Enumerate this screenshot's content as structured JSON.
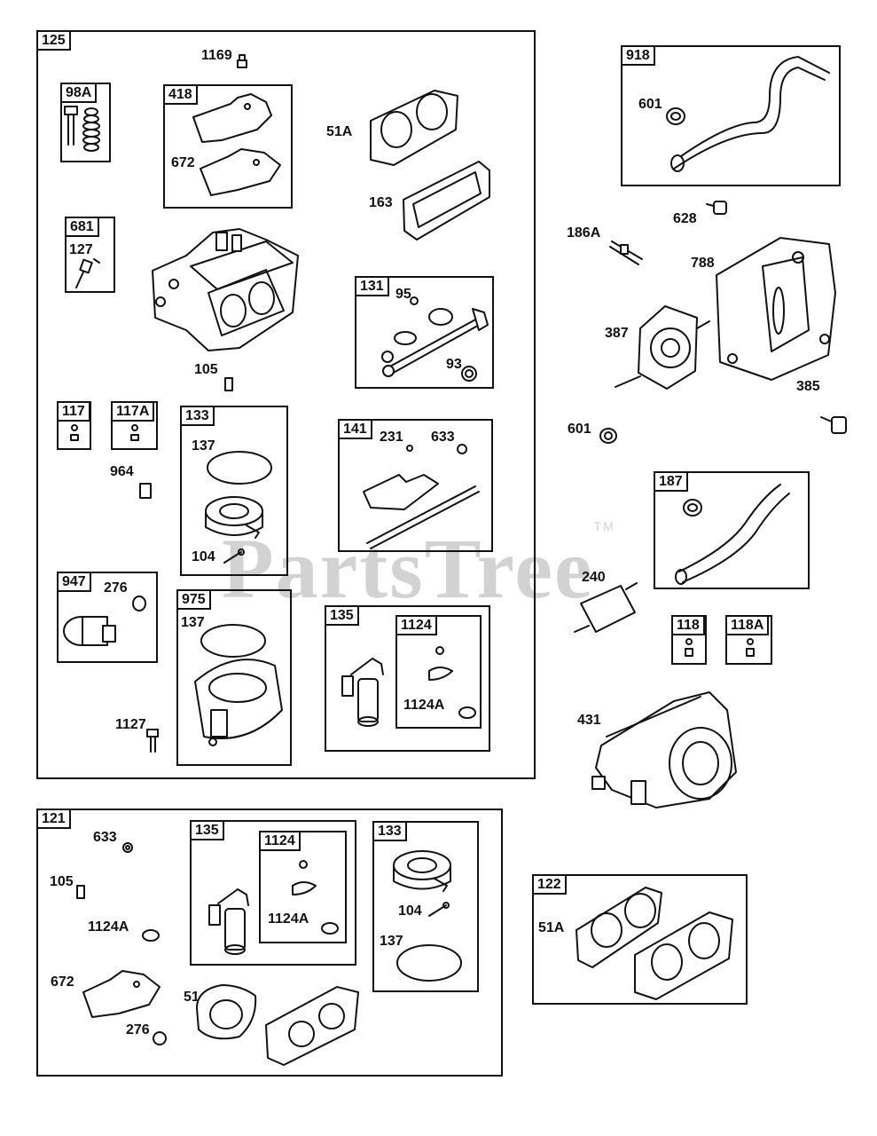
{
  "diagram": {
    "watermark": "PartsTree",
    "trademark": "TM",
    "kits": {
      "k125": "125",
      "k98A": "98A",
      "k418": "418",
      "k681": "681",
      "k131": "131",
      "k117": "117",
      "k117A": "117A",
      "k133a": "133",
      "k141": "141",
      "k947": "947",
      "k975": "975",
      "k135a": "135",
      "k1124a": "1124",
      "k918": "918",
      "k187": "187",
      "k118": "118",
      "k118A": "118A",
      "k121": "121",
      "k135b": "135",
      "k1124b": "1124",
      "k133b": "133",
      "k122": "122"
    },
    "parts": {
      "p1169": "1169",
      "p672a": "672",
      "p51Aa": "51A",
      "p163": "163",
      "p127": "127",
      "p95": "95",
      "p93": "93",
      "p105a": "105",
      "p137a": "137",
      "p964": "964",
      "p231": "231",
      "p633a": "633",
      "p104a": "104",
      "p276a": "276",
      "p137b": "137",
      "p1127": "1127",
      "p1124Aa": "1124A",
      "p601a": "601",
      "p186A": "186A",
      "p628": "628",
      "p788": "788",
      "p387": "387",
      "p601b": "601",
      "p385": "385",
      "p240": "240",
      "p431": "431",
      "p633b": "633",
      "p105b": "105",
      "p1124Ab": "1124A",
      "p672b": "672",
      "p276b": "276",
      "p51": "51",
      "p1124Ac": "1124A",
      "p104b": "104",
      "p137c": "137",
      "p51Ab": "51A"
    }
  }
}
